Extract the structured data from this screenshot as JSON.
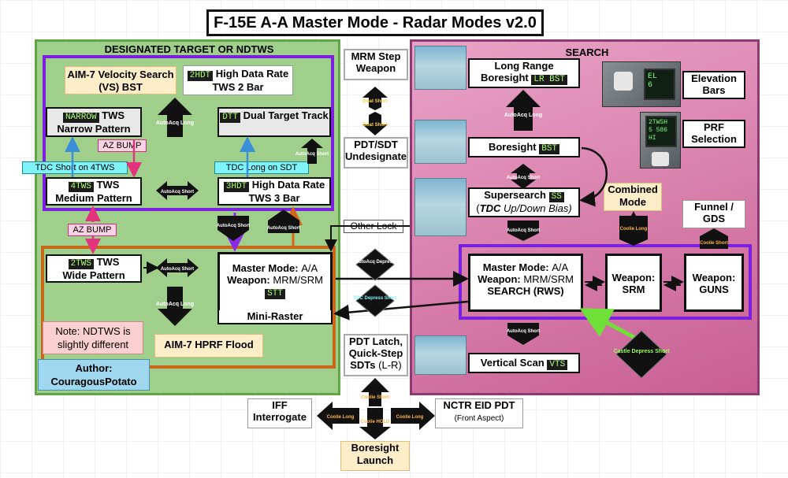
{
  "title": "F-15E A-A Master Mode - Radar Modes v2.0",
  "designated": {
    "header": "DESIGNATED TARGET OR NDTWS",
    "aim7_vs": "AIM-7 Velocity Search (VS) BST",
    "hd2_tag": "2HDT",
    "hd2_label": "High Data Rate TWS 2 Bar",
    "narrow_tag": "NARROW",
    "narrow_label1": "TWS",
    "narrow_label2": "Narrow Pattern",
    "dtt_tag": "DTT",
    "dtt_label": "Dual Target Track",
    "tdc_short": "TDC Short on 4TWS",
    "tdc_long": "TDC Long on SDT",
    "az_bump": "AZ BUMP",
    "tws4_tag": "4TWS",
    "tws4_label1": "TWS",
    "tws4_label2": "Medium Pattern",
    "hd3_tag": "3HDT",
    "hd3_label": "High Data Rate TWS 3 Bar",
    "tws2_tag": "2TWS",
    "tws2_label1": "TWS",
    "tws2_label2": "Wide Pattern",
    "mm_line1a": "Master Mode:",
    "mm_line1b": "A/A",
    "mm_line2a": "Weapon:",
    "mm_line2b": "MRM/SRM",
    "stt_tag": "STT",
    "mini_raster": "Mini-Raster",
    "note": "Note: NDTWS is slightly different",
    "flood": "AIM-7 HPRF Flood",
    "author_title": "Author:",
    "author_name": "CouragousPotato"
  },
  "middle": {
    "mrm_step": "MRM Step Weapon",
    "pdt_undesignate": "PDT/SDT Undesignate",
    "other_lock": "Other Lock",
    "pdt_latch": "PDT Latch, Quick-Step SDTs",
    "pdt_latch_lr": "(L-R)",
    "iff": "IFF Interrogate",
    "nctr": "NCTR EID PDT",
    "nctr_sub": "(Front Aspect)",
    "boresight_launch": "Boresight Launch"
  },
  "search": {
    "header": "SEARCH",
    "long_range": "Long Range Boresight",
    "lr_tag": "LR BST",
    "boresight": "Boresight",
    "bst_tag": "BST",
    "supersearch": "Supersearch",
    "ss_tag": "SS",
    "supersearch_sub_a": "TDC",
    "supersearch_sub_b": "Up/Down Bias)",
    "elevation_bars": "Elevation Bars",
    "prf": "PRF Selection",
    "combined_mode": "Combined Mode",
    "funnel": "Funnel / GDS",
    "mm_line1a": "Master Mode:",
    "mm_line1b": "A/A",
    "mm_line2a": "Weapon:",
    "mm_line2b": "MRM/SRM",
    "mm_line3": "SEARCH (RWS)",
    "weapon_srm_a": "Weapon:",
    "weapon_srm_b": "SRM",
    "weapon_guns_a": "Weapon:",
    "weapon_guns_b": "GUNS",
    "vertical_scan": "Vertical Scan",
    "vts_tag": "VTS",
    "display_el": "EL",
    "display_el_num": "6",
    "display_twsh": "2TWSH",
    "display_prf": "5 586",
    "display_hi": "HI"
  },
  "controls": {
    "autoacq_long": "AutoAcq Long",
    "autoacq_short": "AutoAcq Short",
    "boat_short": "Boat Short",
    "coolie_long": "Coolie Long",
    "coolie_short": "Coolie Short",
    "coolie_hold": "Coolie HOLD",
    "autoacq_depress": "AutoAcq Depress",
    "tdc_depress_short": "TDC Depress Short",
    "castle_depress_short": "Castle Depress Short"
  },
  "colors": {
    "green_panel": "#9fcf8b",
    "pink_panel": "#d77aa9",
    "purple_border": "#7b1fe0",
    "orange_border": "#c8661a",
    "tag_text": "#a8ff74"
  }
}
